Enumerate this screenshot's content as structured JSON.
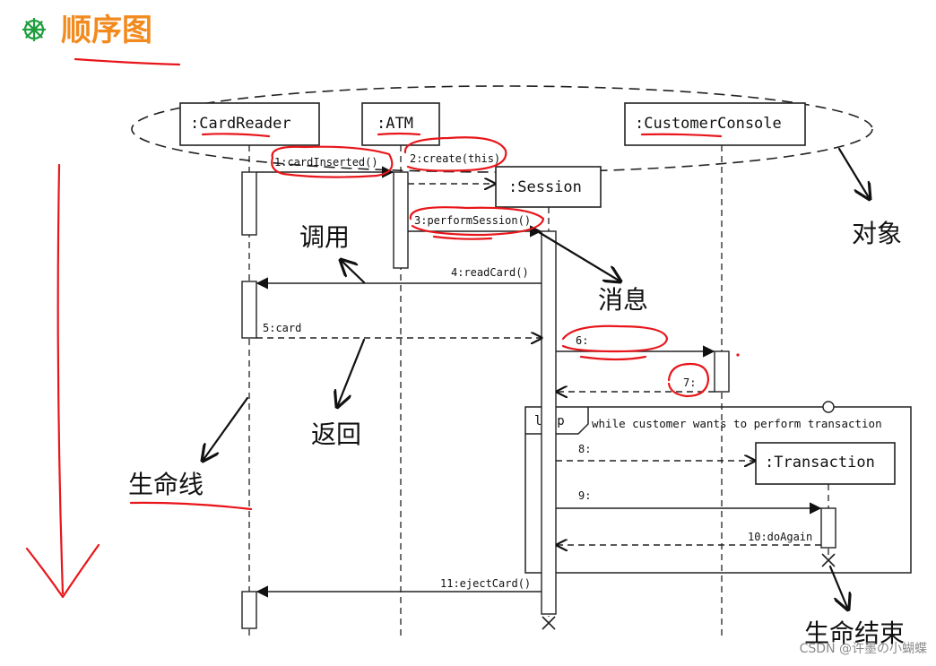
{
  "heading": {
    "icon": "gear-icon",
    "text": "顺序图"
  },
  "objects": {
    "card_reader": ":CardReader",
    "atm": ":ATM",
    "customer_console": ":CustomerConsole",
    "session": ":Session",
    "transaction": ":Transaction"
  },
  "messages": {
    "m1": "1:cardInserted()",
    "m2": "2:create(this)",
    "m3": "3:performSession()",
    "m4": "4:readCard()",
    "m5": "5:card",
    "m6": "6:",
    "m7": "7:",
    "m8": "8:",
    "m9": "9:",
    "m10": "10:doAgain",
    "m11": "11:ejectCard()"
  },
  "loop": {
    "label": "loop",
    "guard": "while customer wants to perform transaction"
  },
  "annotations": {
    "objects": "对象",
    "invocation": "调用",
    "message": "消息",
    "return": "返回",
    "lifeline": "生命线",
    "end_of_life": "生命结束"
  },
  "watermark": "CSDN @许墨の小蝴蝶",
  "colors": {
    "heading": "#f28a1e",
    "icon": "#1e9e3c",
    "annotation_pen": "#e8161b"
  }
}
